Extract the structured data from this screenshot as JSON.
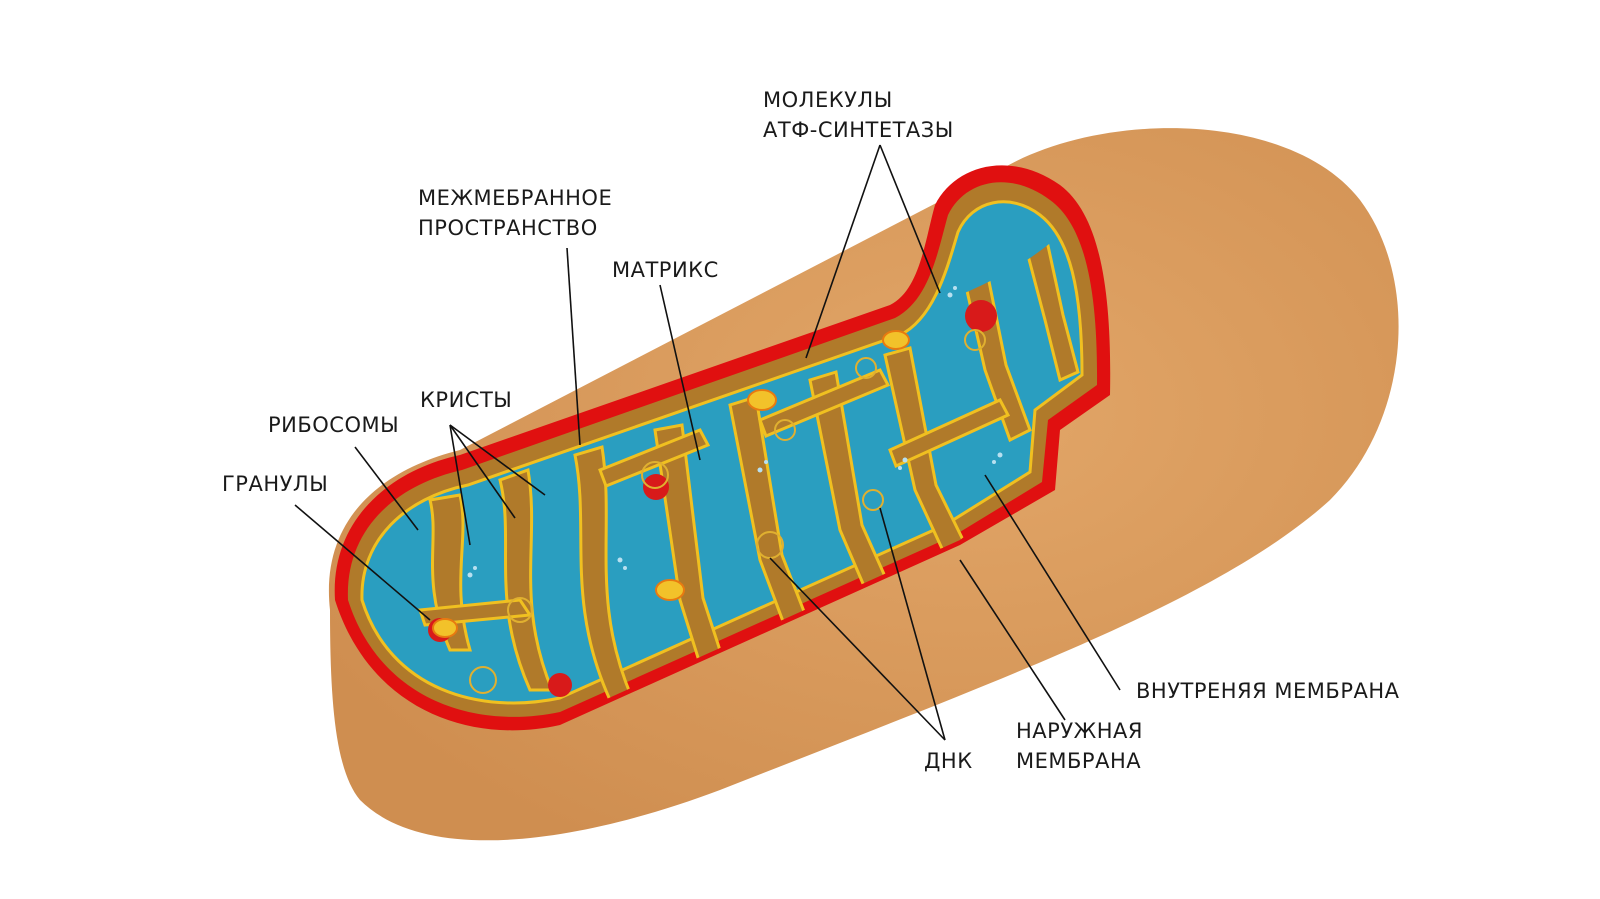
{
  "labels": {
    "atp_synthase": [
      "МОЛЕКУЛЫ",
      "АТФ-СИНТЕТАЗЫ"
    ],
    "intermembrane": [
      "МЕЖМЕБРАННОЕ",
      "ПРОСТРАНСТВО"
    ],
    "matrix": "МАТРИКС",
    "cristae": "КРИСТЫ",
    "ribosomes": "РИБОСОМЫ",
    "granules": "ГРАНУЛЫ",
    "inner_membrane": "ВНУТРЕНЯЯ  МЕМБРАНА",
    "outer_membrane": [
      "НАРУЖНАЯ",
      "МЕМБРАНА"
    ],
    "dna": "ДНК"
  },
  "colors": {
    "outer_body": "#d99a5b",
    "outer_membrane": "#e01010",
    "intermembrane_space": "#b07a2a",
    "matrix": "#2a9ec0",
    "inner_membrane": "#f0c020",
    "granule": "#d81a1a",
    "ribosome": "#f2c22a"
  }
}
